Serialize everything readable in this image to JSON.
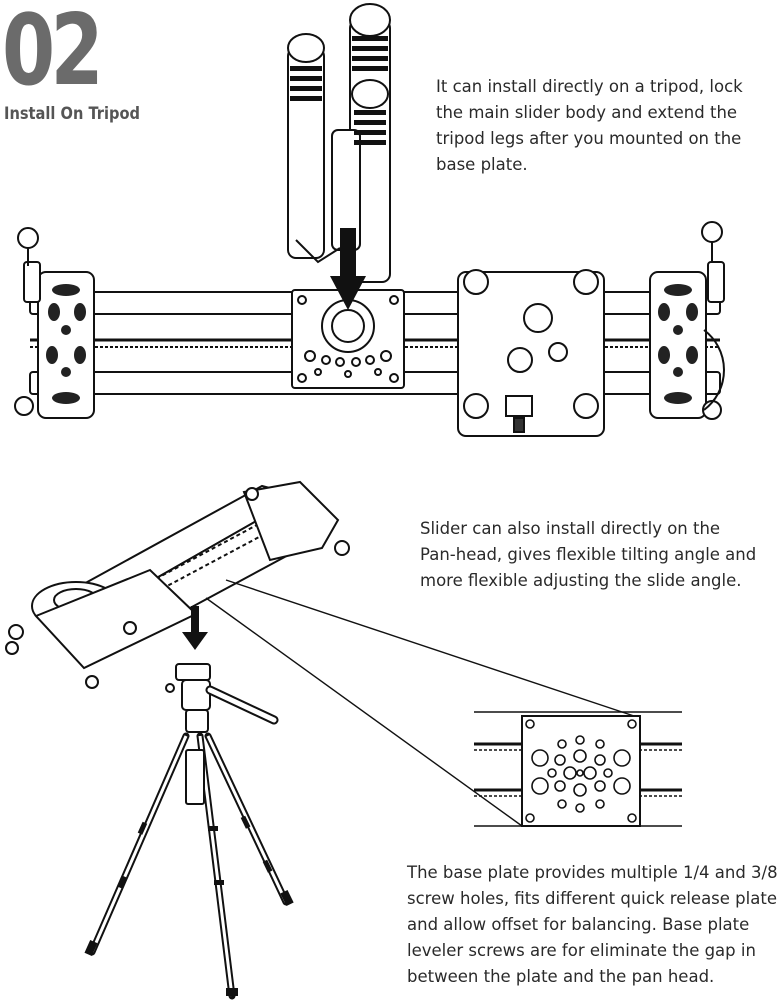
{
  "header": {
    "step_number": "02",
    "step_title": "Install  On Tripod"
  },
  "sections": [
    {
      "lines": [
        "It can install directly on a tripod, lock",
        "the main slider body and extend the",
        "tripod legs after you mounted on the",
        "base plate."
      ]
    },
    {
      "lines": [
        "Slider can also install directly on the",
        "Pan-head, gives flexible tilting angle and",
        "more flexible adjusting the slide angle."
      ]
    },
    {
      "lines": [
        "The base plate provides multiple 1/4 and 3/8",
        "screw holes, fits different quick release plate",
        "and allow offset for balancing.  Base plate",
        "leveler screws are for eliminate the gap in",
        "between the plate and the pan head."
      ]
    }
  ]
}
